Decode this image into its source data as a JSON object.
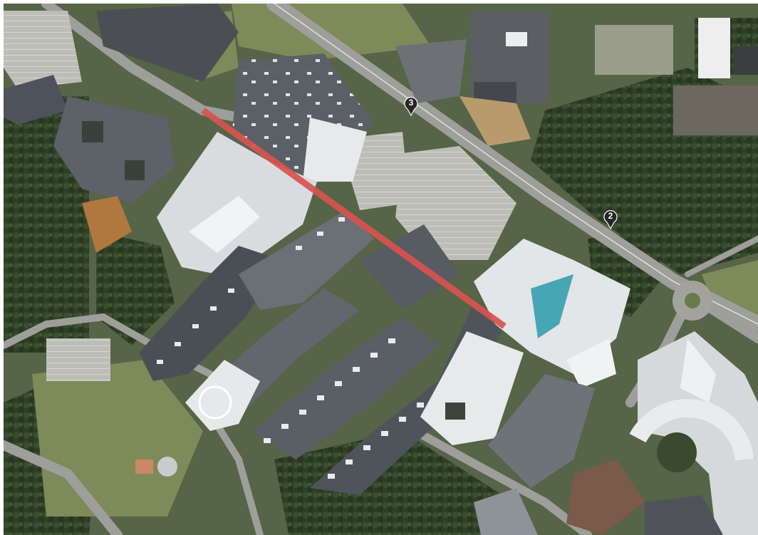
{
  "map": {
    "view": "satellite",
    "markers": [
      {
        "label": "3"
      },
      {
        "label": "2"
      }
    ],
    "route_color": "#d9534f"
  }
}
